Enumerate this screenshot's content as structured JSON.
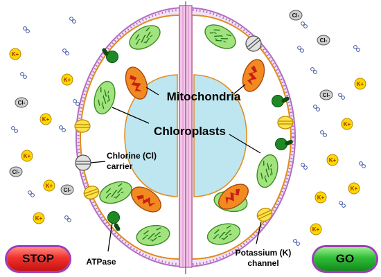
{
  "labels": {
    "mitochondria": "Mitochondria",
    "chloroplasts": "Chloroplasts",
    "chlorine_carrier_line1": "Chlorine (Cl)",
    "chlorine_carrier_line2": "carrier",
    "atpase": "ATPase",
    "potassium_channel_line1": "Potassium (K)",
    "potassium_channel_line2": "channel"
  },
  "ions": {
    "potassium": "K+",
    "chloride": "Cl-"
  },
  "buttons": {
    "stop": "STOP",
    "go": "GO"
  },
  "colors": {
    "cell_wall": "#c9a0d6",
    "membrane_orange": "#e38a1a",
    "vacuole": "#bde6f0",
    "chloroplast": "#9ee27a",
    "mitochondria": "#f07a1a",
    "potassium_ion": "#ffd800",
    "chloride_ion": "#cfcfcf",
    "atpase": "#1f8a25"
  }
}
